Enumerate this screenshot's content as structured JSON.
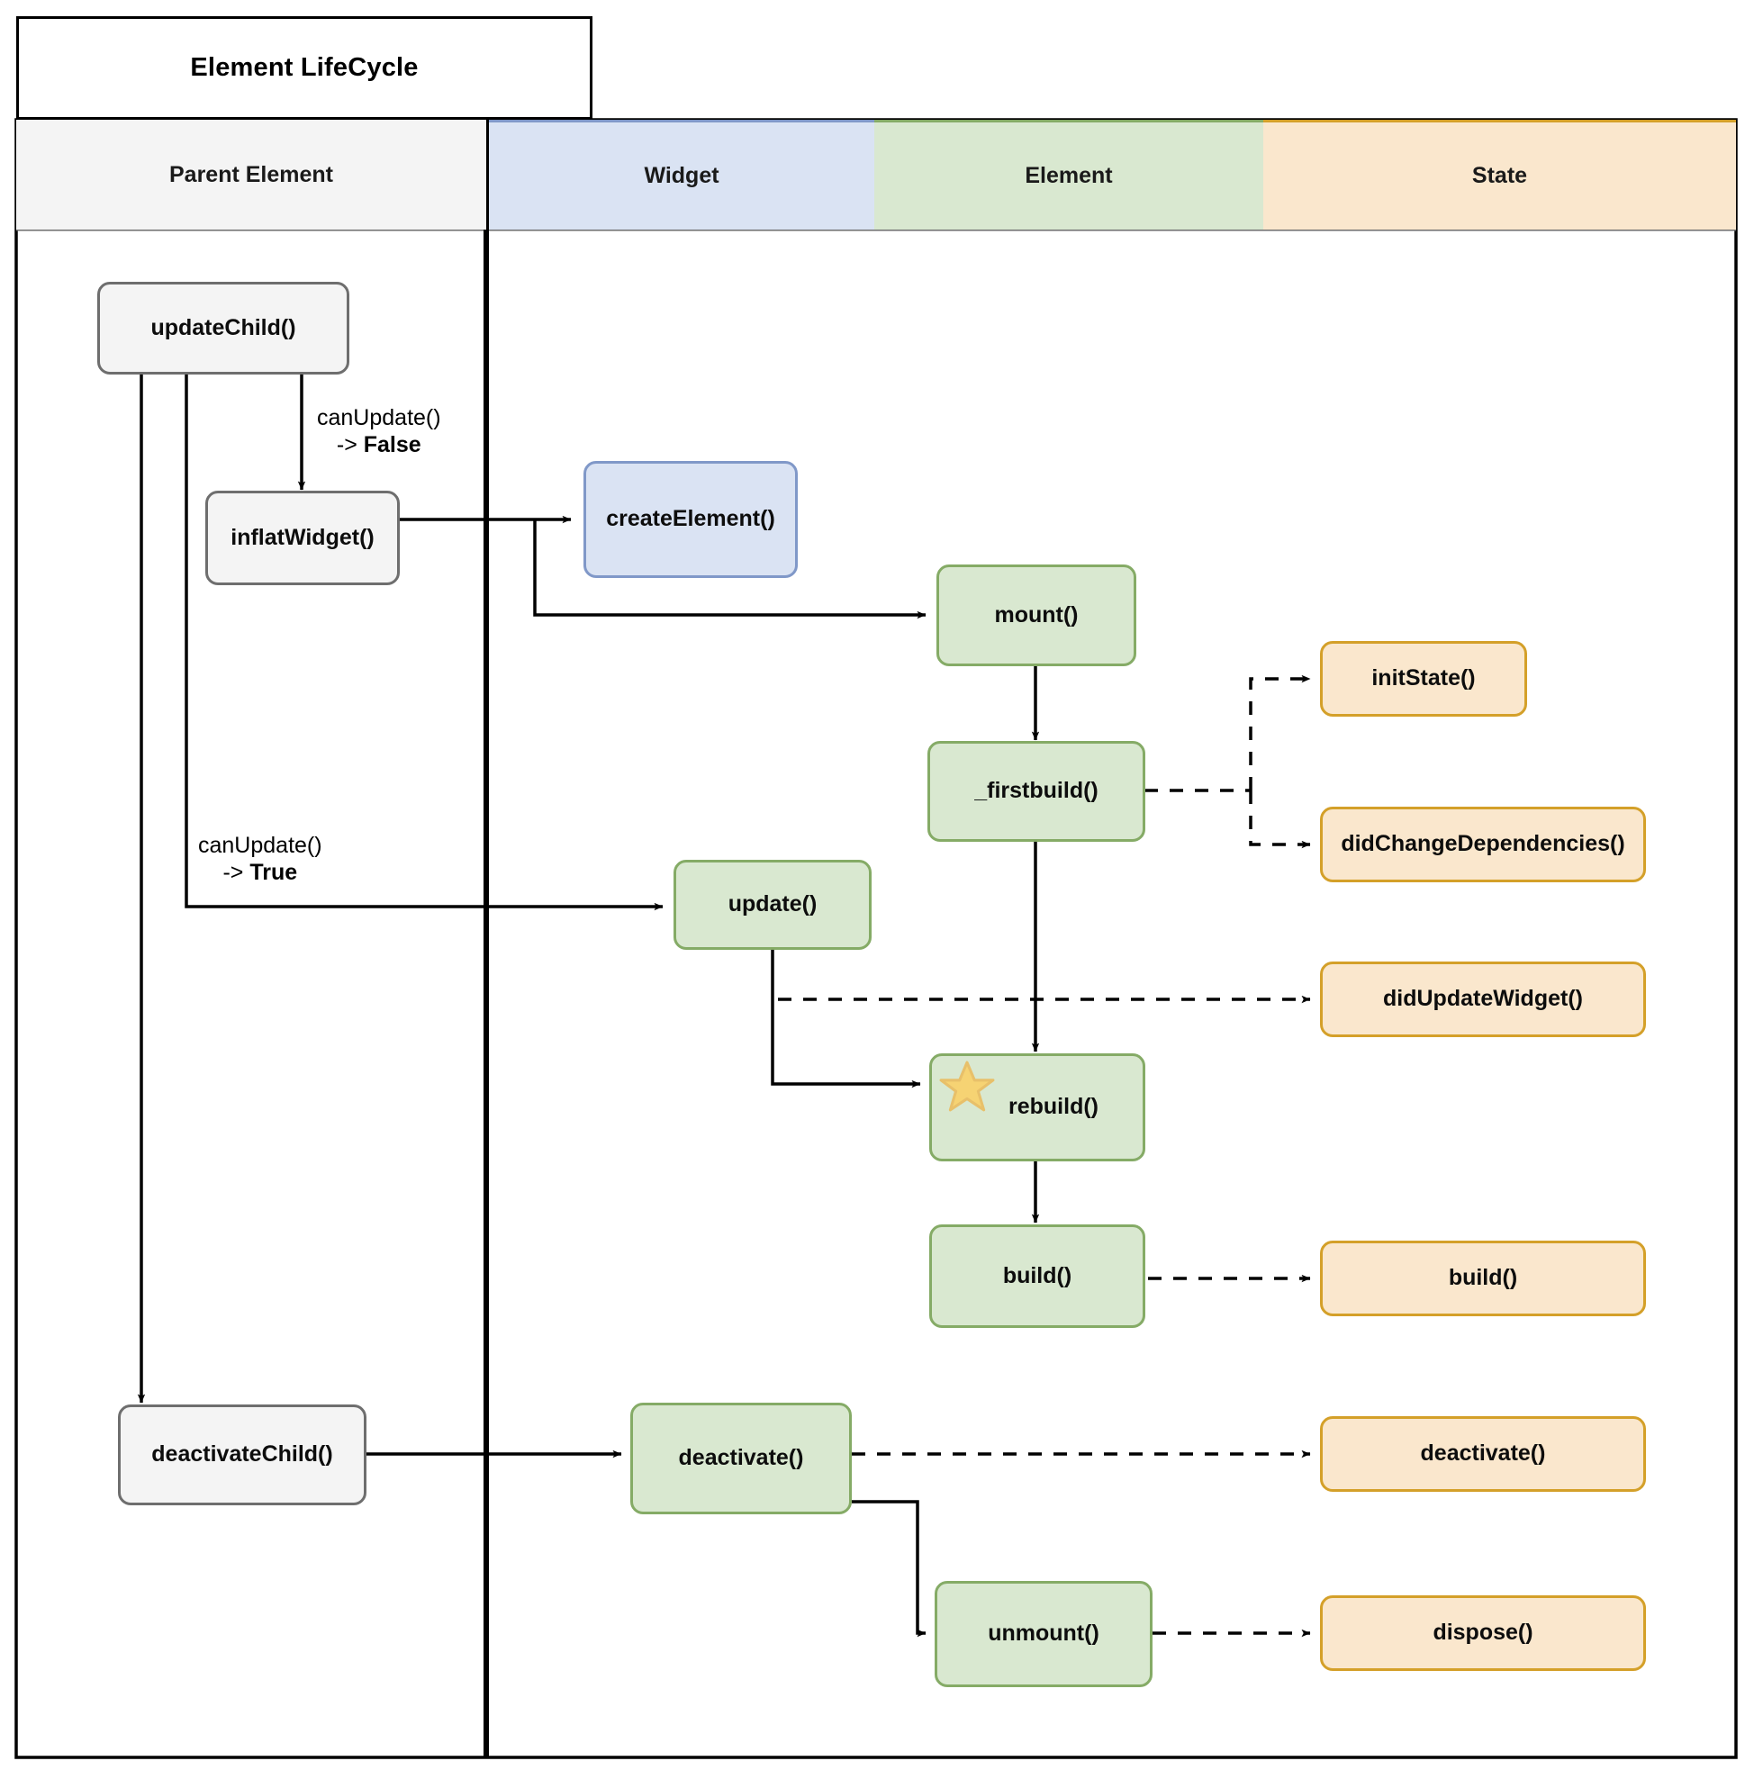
{
  "diagram": {
    "title": "Element LifeCycle",
    "type": "swimlane-flowchart",
    "lanes": [
      {
        "id": "parent",
        "label": "Parent Element",
        "color": "#f4f4f4"
      },
      {
        "id": "widget",
        "label": "Widget",
        "color": "#dae3f3"
      },
      {
        "id": "element",
        "label": "Element",
        "color": "#d9e8d0"
      },
      {
        "id": "state",
        "label": "State",
        "color": "#fae7cd"
      }
    ],
    "nodes": [
      {
        "id": "updateChild",
        "label": "updateChild()",
        "lane": "parent"
      },
      {
        "id": "inflatWidget",
        "label": "inflatWidget()",
        "lane": "parent"
      },
      {
        "id": "deactivateChild",
        "label": "deactivateChild()",
        "lane": "parent"
      },
      {
        "id": "createElement",
        "label": "createElement()",
        "lane": "widget"
      },
      {
        "id": "mount",
        "label": "mount()",
        "lane": "element"
      },
      {
        "id": "firstbuild",
        "label": "_firstbuild()",
        "lane": "element"
      },
      {
        "id": "update",
        "label": "update()",
        "lane": "element"
      },
      {
        "id": "rebuild",
        "label": "rebuild()",
        "lane": "element",
        "icon": "star-icon"
      },
      {
        "id": "buildElement",
        "label": "build()",
        "lane": "element"
      },
      {
        "id": "deactivate",
        "label": "deactivate()",
        "lane": "element"
      },
      {
        "id": "unmount",
        "label": "unmount()",
        "lane": "element"
      },
      {
        "id": "initState",
        "label": "initState()",
        "lane": "state"
      },
      {
        "id": "didChangeDependencies",
        "label": "didChangeDependencies()",
        "lane": "state"
      },
      {
        "id": "didUpdateWidget",
        "label": "didUpdateWidget()",
        "lane": "state"
      },
      {
        "id": "buildState",
        "label": "build()",
        "lane": "state"
      },
      {
        "id": "deactivateState",
        "label": "deactivate()",
        "lane": "state"
      },
      {
        "id": "dispose",
        "label": "dispose()",
        "lane": "state"
      }
    ],
    "edge_labels": [
      {
        "id": "canUpdateFalse",
        "line1": "canUpdate()",
        "line2_prefix": "-> ",
        "line2_bold": "False"
      },
      {
        "id": "canUpdateTrue",
        "line1": "canUpdate()",
        "line2_prefix": "-> ",
        "line2_bold": "True"
      }
    ],
    "colors": {
      "parent_fill": "#f4f4f4",
      "parent_stroke": "#6e6e6e",
      "widget_fill": "#dae3f3",
      "widget_stroke": "#8098c8",
      "element_fill": "#d9e8d0",
      "element_stroke": "#85ab66",
      "state_fill": "#fae7cd",
      "state_stroke": "#d4a029",
      "border": "#000000",
      "star": "#f5cf6d"
    }
  }
}
